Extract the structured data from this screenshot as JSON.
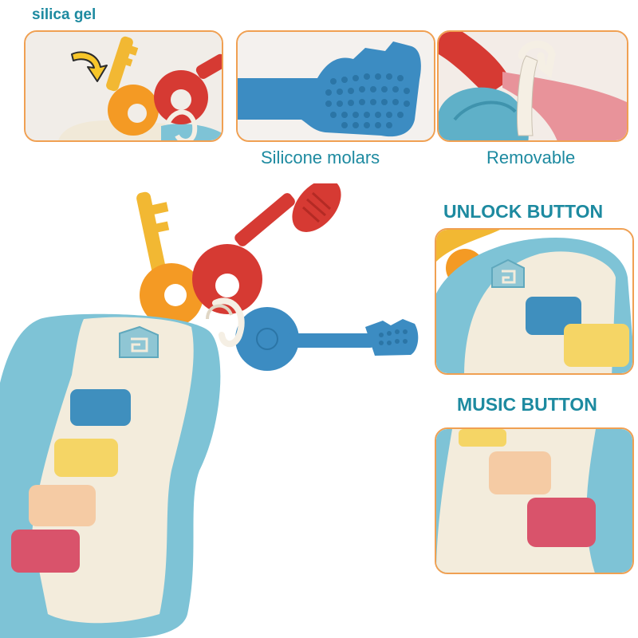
{
  "captions": {
    "silica_gel": "silica gel",
    "silicone_molars": "Silicone molars",
    "removable": "Removable",
    "unlock_button": "UNLOCK BUTTON",
    "music_button": "MUSIC BUTTON"
  },
  "colors": {
    "caption_text": "#1d8aa0",
    "panel_border": "#f0a052",
    "fob_body": "#7ec3d6",
    "fob_face": "#f3ecdc",
    "button_blue": "#3f8fbe",
    "button_yellow": "#f5d565",
    "button_peach": "#f5cba4",
    "button_red": "#d9536b",
    "key_yellow": "#f2b833",
    "key_orange": "#f49a24",
    "key_red": "#d63a33",
    "key_blue": "#3c8cc2",
    "ring_white": "#f5efe4"
  },
  "icons": {
    "arrow": "curved-arrow-icon",
    "fob_logo": "shield-logo-icon"
  }
}
